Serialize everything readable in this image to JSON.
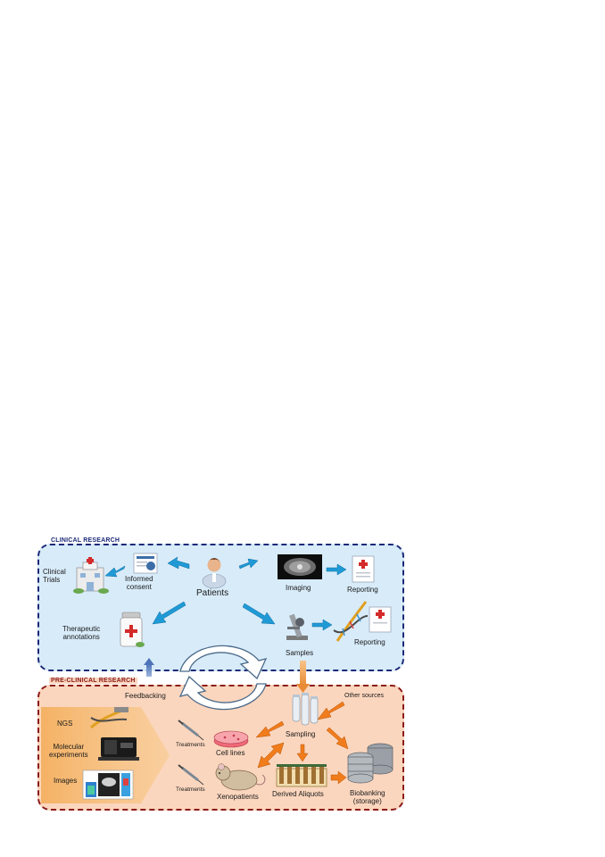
{
  "sections": {
    "clinical": "CLINICAL RESEARCH",
    "preclinical": "PRE-CLINICAL RESEARCH"
  },
  "labels": {
    "clinical_trials": "Clinical\nTrials",
    "informed_consent": "Informed\nconsent",
    "patients": "Patients",
    "imaging": "Imaging",
    "reporting_1": "Reporting",
    "therapeutic_annotations": "Therapeutic\nannotations",
    "samples": "Samples",
    "reporting_2": "Reporting",
    "feedbacking": "Feedbacking",
    "other_sources": "Other sources",
    "ngs": "NGS",
    "molecular_experiments": "Molecular\nexperiments",
    "images": "Images",
    "treatments_1": "Treatments",
    "cell_lines": "Cell lines",
    "sampling": "Sampling",
    "treatments_2": "Treatments",
    "xenopatients": "Xenopatients",
    "derived_aliquots": "Derived Aliquots",
    "biobanking": "Biobanking\n(storage)"
  },
  "colors": {
    "clinical_fill": "#d8ebf9",
    "clinical_border": "#1b2a78",
    "preclinical_fill": "#fbd6be",
    "preclinical_border": "#8c1a1a",
    "clinical_arrow": "#1f9ad6",
    "preclinical_arrow": "#f07c1c"
  }
}
